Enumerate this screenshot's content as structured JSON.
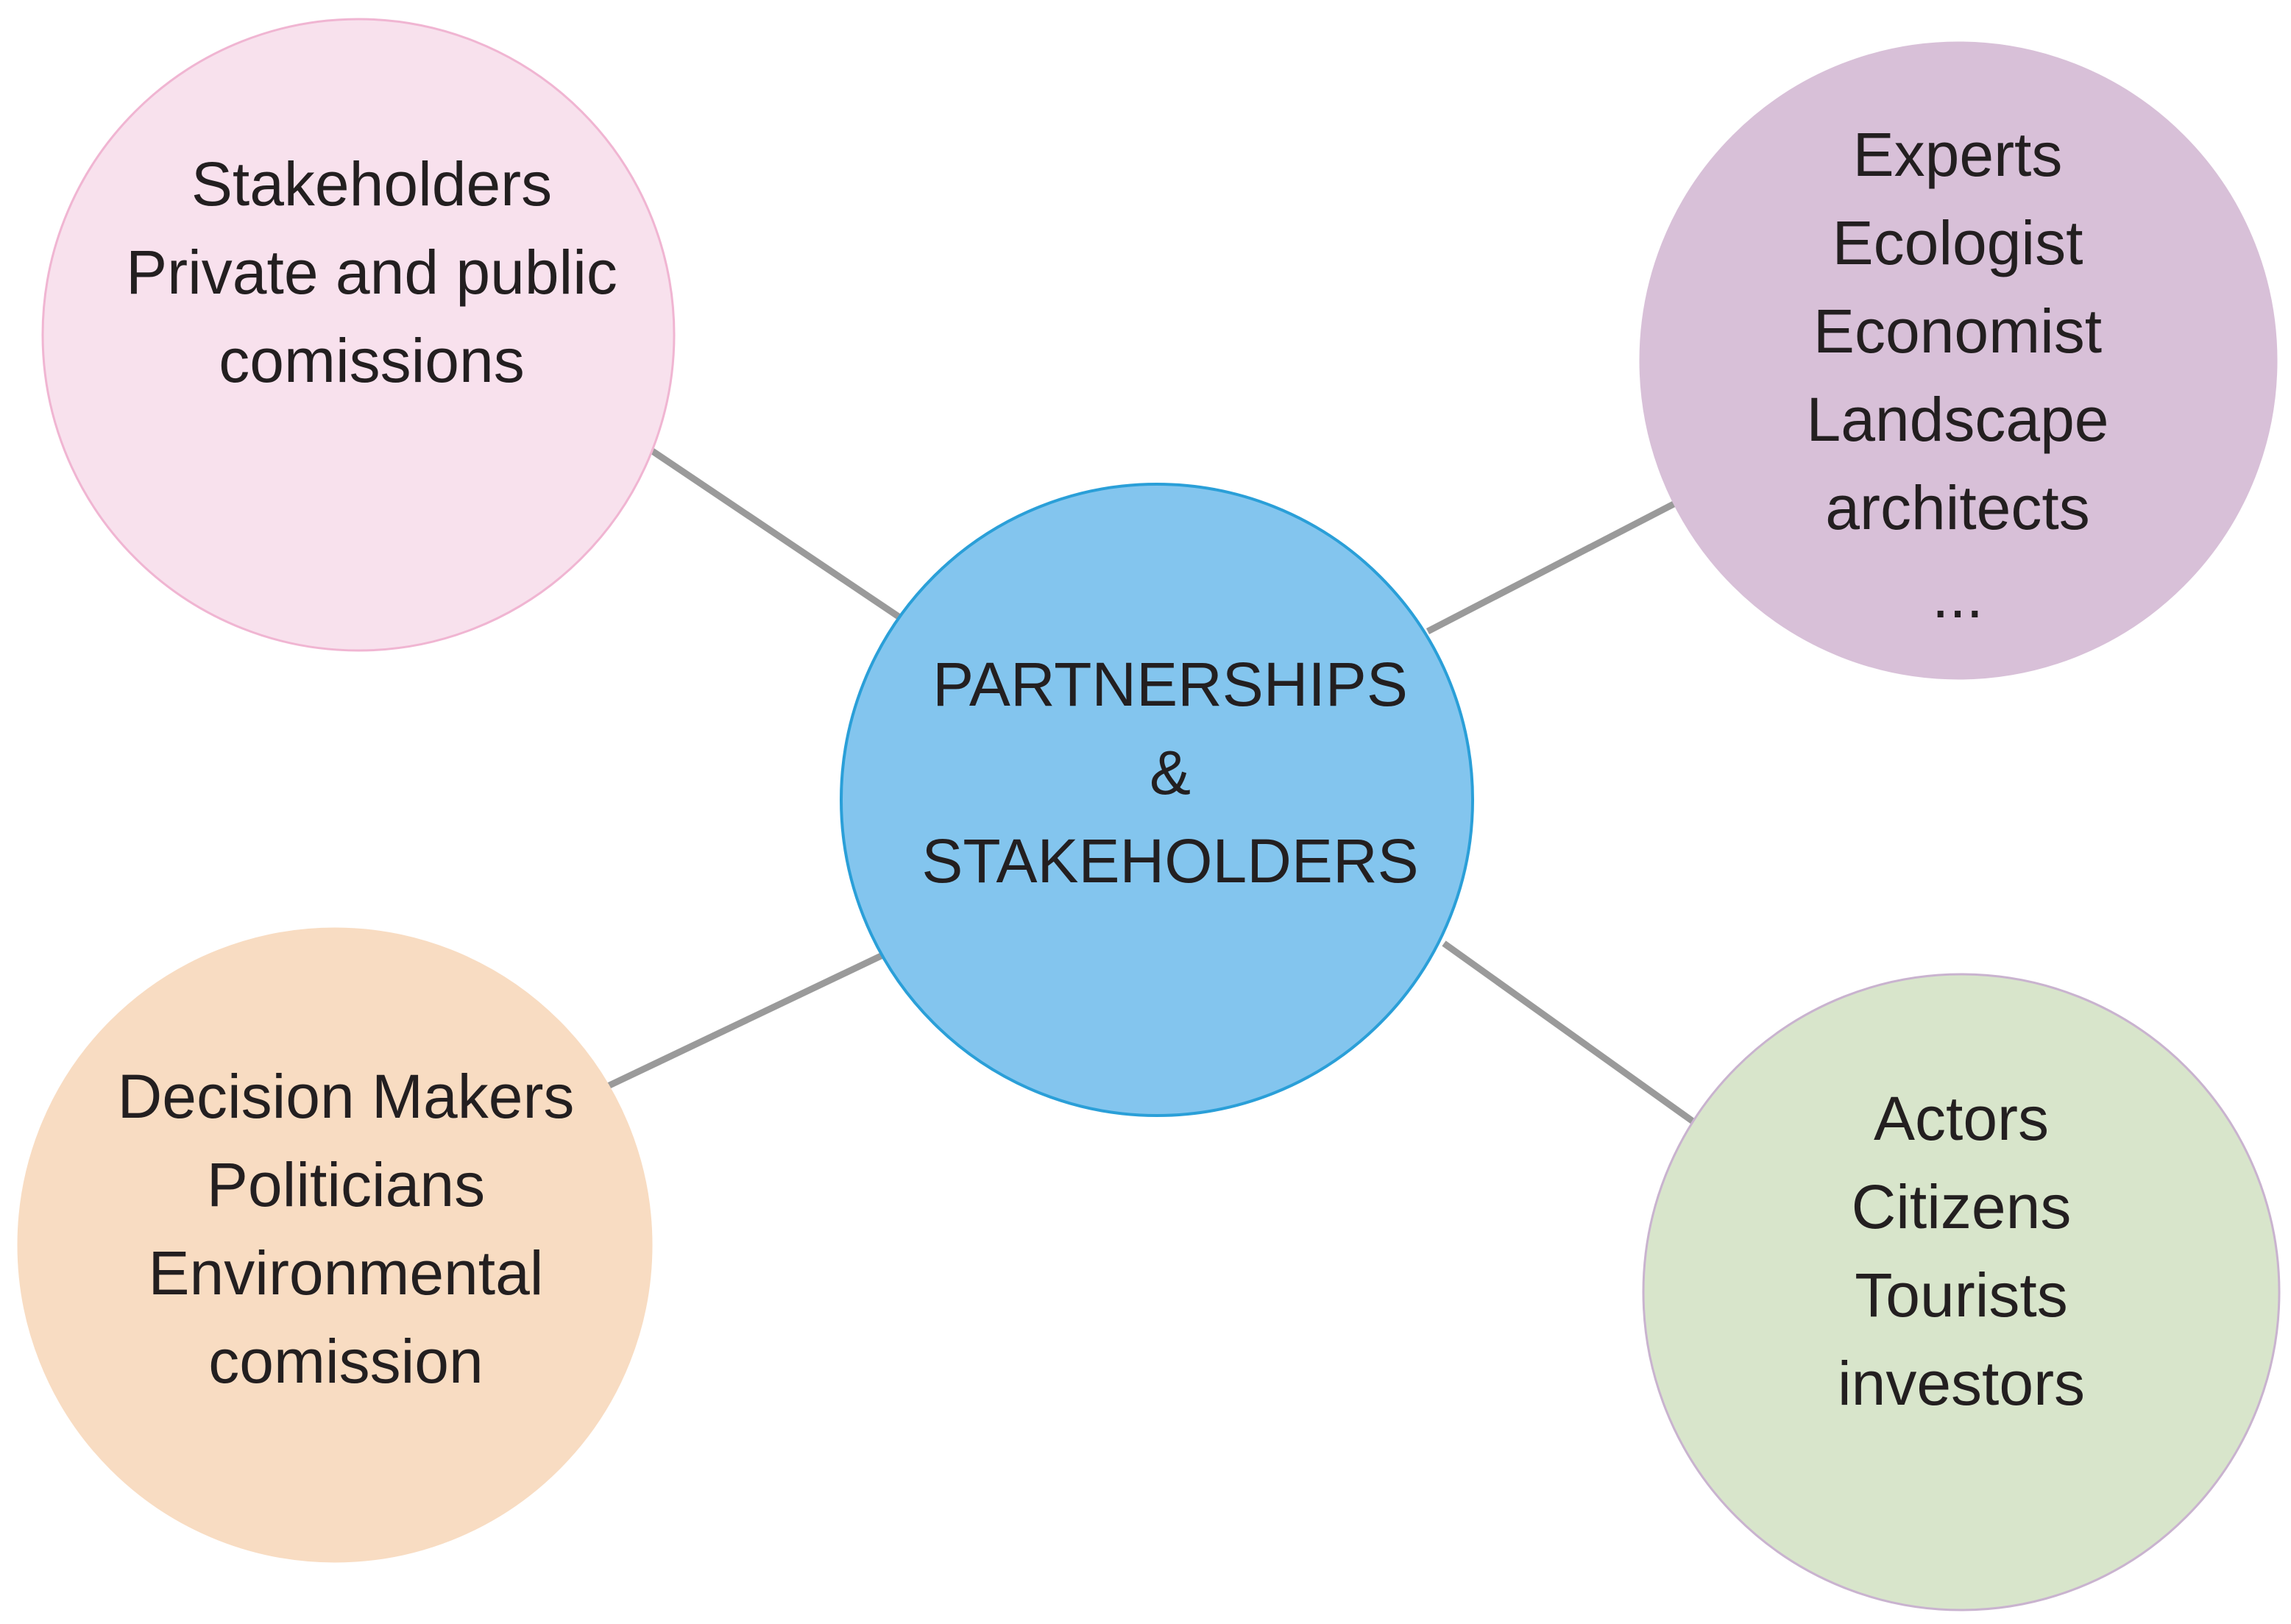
{
  "diagram": {
    "center": {
      "lines": [
        "PARTNERSHIPS",
        "&",
        "STAKEHOLDERS"
      ],
      "fill": "#83c5ee",
      "stroke": "#2a9fd8"
    },
    "nodes": {
      "stakeholders": {
        "lines": [
          "Stakeholders",
          "Private and public",
          "comissions"
        ],
        "fill": "#f8e1ed",
        "stroke": "#f0b5d2"
      },
      "experts": {
        "lines": [
          "Experts",
          "Ecologist",
          "Economist",
          "Landscape",
          "architects",
          "..."
        ],
        "fill": "#d8c0d8",
        "stroke": "#d8c0d8"
      },
      "decision_makers": {
        "lines": [
          "Decision Makers",
          "Politicians",
          "Environmental",
          "comission"
        ],
        "fill": "#f8dcc2",
        "stroke": "#f8dcc2"
      },
      "actors": {
        "lines": [
          "Actors",
          "Citizens",
          "Tourists",
          "investors"
        ],
        "fill": "#d8e5cb",
        "stroke": "#c9b3cf"
      }
    },
    "connector_color": "#9a9a9a"
  }
}
